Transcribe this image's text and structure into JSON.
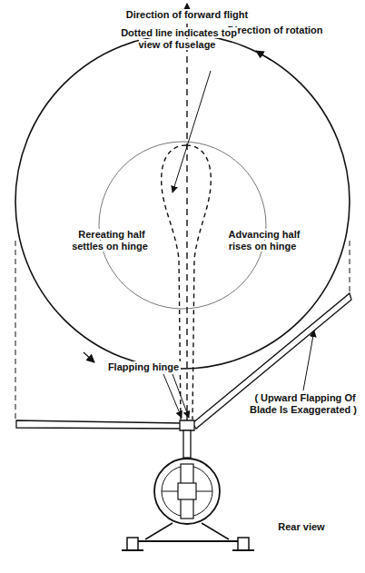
{
  "diagram": {
    "labels": [
      "Direction of forward flight",
      "Direction of rotation",
      "Dotted line indicates top view of fuselage",
      "Rereating half settles on hinge",
      "Advancing half rises on hinge",
      "Flapping hinge",
      "( Upward Flapping Of Blade Is Exaggerated )",
      "Rear view"
    ]
  }
}
